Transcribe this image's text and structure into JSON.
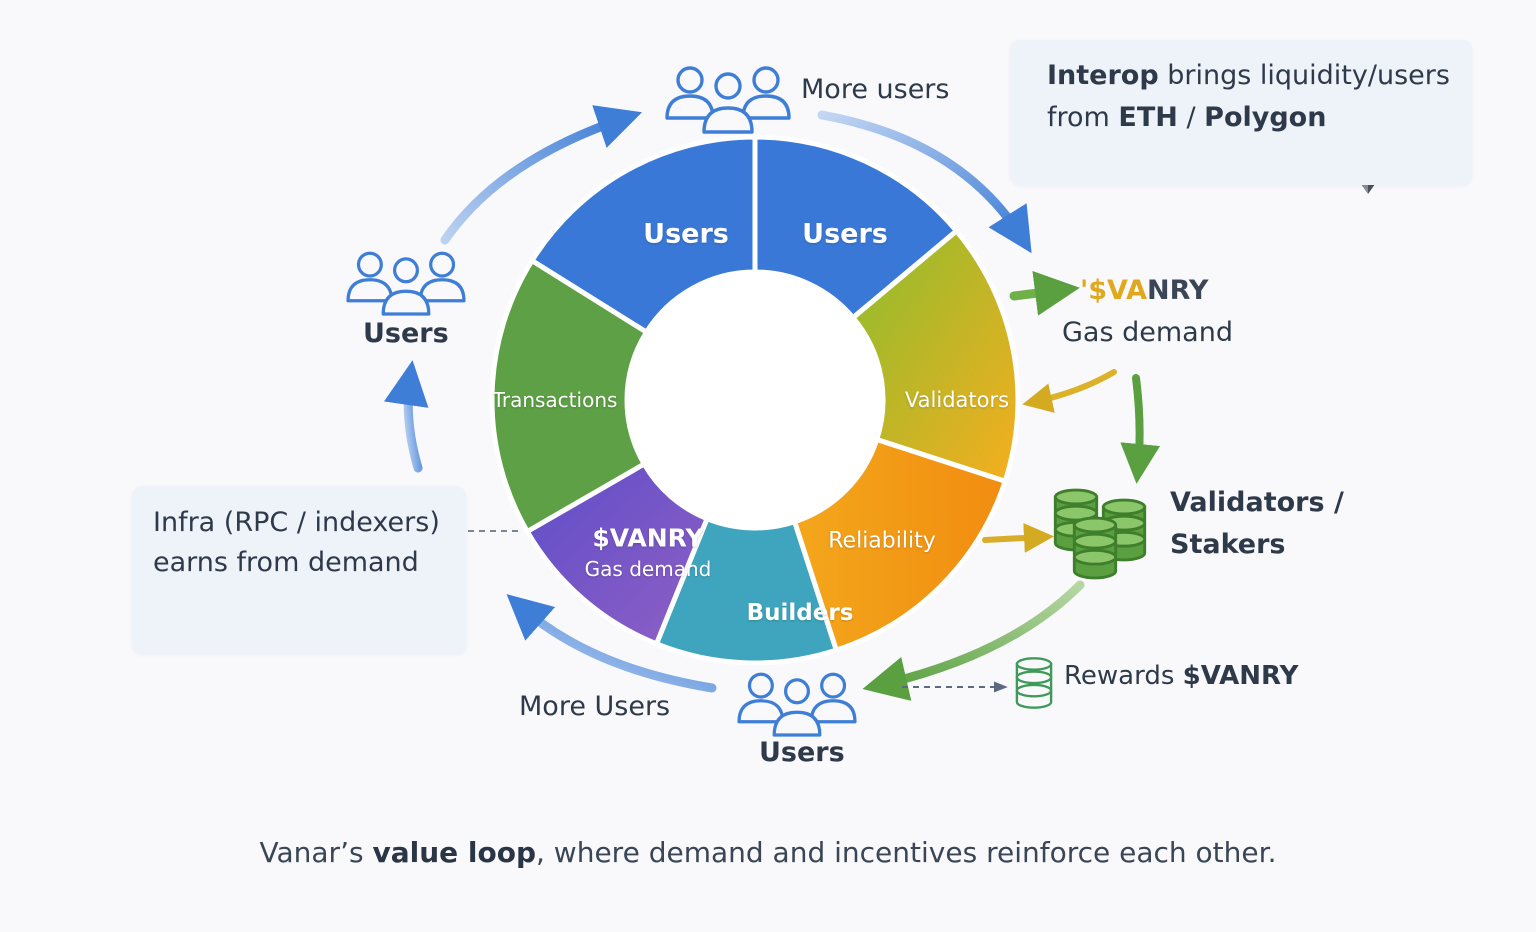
{
  "ring_segments": {
    "users_left": "Users",
    "users_right": "Users",
    "transactions": "Transactions",
    "validators": "Validators",
    "vanry": "$VANRY",
    "gas_demand": "Gas demand",
    "reliability": "Reliability",
    "builders": "Builders"
  },
  "nodes": {
    "more_users_top": "More users",
    "users_left": "Users",
    "vanry_prefix": "'$VA",
    "vanry_suffix": "NRY",
    "gas_demand": "Gas demand",
    "validators_line1": "Validators /",
    "validators_line2": "Stakers",
    "rewards_text": "Rewards ",
    "rewards_token": "$VANRY",
    "users_bottom": "Users",
    "more_users_bottom": "More Users"
  },
  "interop_box": {
    "line1_bold": "Interop",
    "line1_rest": " brings liquidity/users",
    "line2_pre": "from ",
    "line2_eth": "ETH",
    "line2_sep": " / ",
    "line2_polygon": "Polygon"
  },
  "infra_box": {
    "line1": "Infra (RPC / indexers)",
    "line2": "earns from demand"
  },
  "caption": {
    "pre": "Vanar’s ",
    "bold": "value loop",
    "post": ", where demand and incentives reinforce each other."
  },
  "colors": {
    "users_blue": "#3a78d8",
    "transactions_green": "#5da045",
    "validators_yellow": "#e6b71f",
    "reliability_orange": "#f29a12",
    "builders_teal": "#3fa4bd",
    "vanry_purple": "#7553c6",
    "icon_blue": "#3f7ed6",
    "db_green": "#4f9a3a",
    "polygon_purple": "#8247e5",
    "eth_dark": "#3b3d45"
  },
  "icons": [
    "users-group-icon",
    "ethereum-icon",
    "polygon-icon",
    "database-stack-icon",
    "arrow-icon"
  ]
}
